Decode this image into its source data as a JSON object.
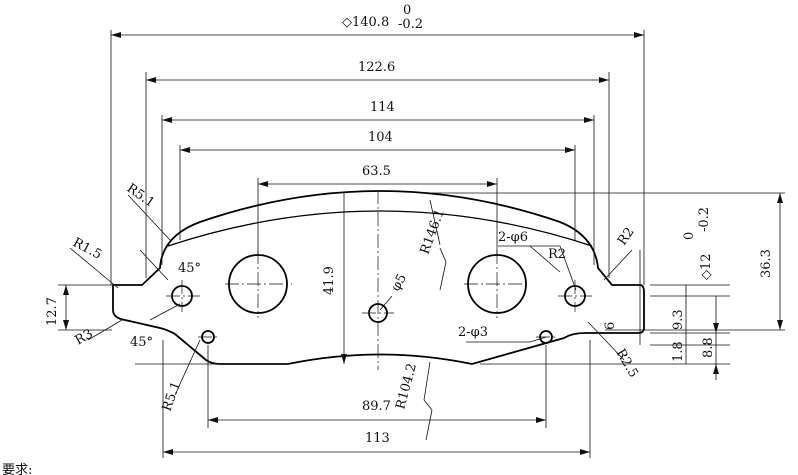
{
  "drawing": {
    "dimensions": {
      "overall_width": "◇140.8",
      "overall_tol_upper": "0",
      "overall_tol_lower": "-0.2",
      "width_122_6": "122.6",
      "width_114": "114",
      "width_104": "104",
      "width_63_5": "63.5",
      "width_113": "113",
      "width_89_7": "89.7",
      "height_36_3": "36.3",
      "height_41_9": "41.9",
      "height_12_7": "12.7",
      "height_12": "◇12",
      "height_12_tol_upper": "0",
      "height_12_tol_lower": "-0.2",
      "height_9_3": "9.3",
      "height_8_8": "8.8",
      "height_1_8": "1.8",
      "dim_6": "6",
      "radius_146_1": "R146.1",
      "radius_104_2": "R104.2",
      "radius_5_1_top": "R5.1",
      "radius_5_1_bottom": "R5.1",
      "radius_1_5": "R1.5",
      "radius_3": "R3",
      "radius_2_a": "R2",
      "radius_2_b": "R2",
      "radius_2_5": "R2.5",
      "holes_6": "2-φ6",
      "holes_3": "2-φ3",
      "hole_5": "φ5",
      "angle_top": "45°",
      "angle_bottom": "45°"
    },
    "footer_note": "要求:"
  }
}
